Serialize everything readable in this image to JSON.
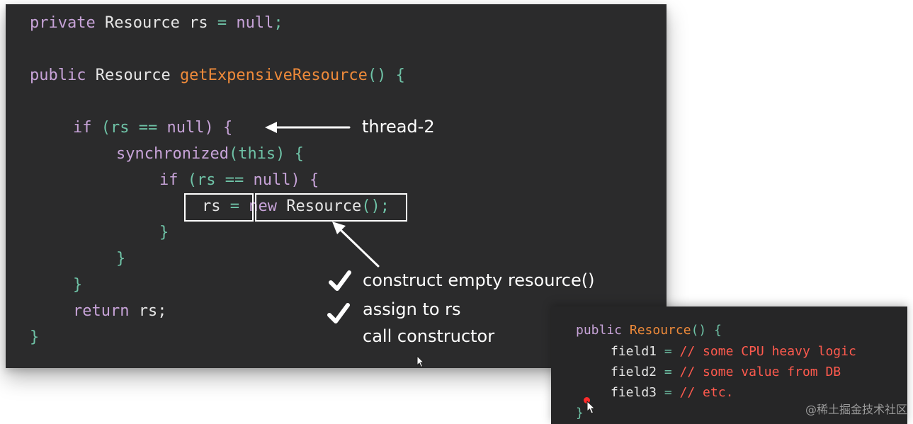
{
  "main_code": {
    "line1": {
      "a": "private",
      "b": " Resource rs ",
      "c": "=",
      "d": " null",
      "e": ";"
    },
    "line2": {
      "a": "public",
      "b": " Resource ",
      "c": "getExpensiveResource",
      "d": "() {"
    },
    "line3": {
      "a": "if",
      "b": " (rs ",
      "c": "==",
      "d": " null) {"
    },
    "line4": {
      "a": "synchronized",
      "b": "(this) {"
    },
    "line5": {
      "a": "if",
      "b": " (rs ",
      "c": "==",
      "d": " null) {"
    },
    "line6": {
      "a": "rs ",
      "b": "=",
      "c": " new",
      "d": " Resource",
      "e": "();"
    },
    "line7": "}",
    "line8": "}",
    "line9": "}",
    "line10": {
      "a": "return",
      "b": " rs;"
    },
    "line11": "}"
  },
  "annotations": {
    "thread": "thread-2",
    "step1": "construct empty resource()",
    "step2": "assign to rs",
    "step3": "call constructor"
  },
  "constructor_code": {
    "line1": {
      "a": "public",
      "b": " Resource",
      "c": "() {"
    },
    "line2": {
      "a": "field1",
      "b": " = ",
      "c": "// some CPU heavy logic"
    },
    "line3": {
      "a": "field2",
      "b": " = ",
      "c": "// some value from DB"
    },
    "line4": {
      "a": "field3",
      "b": " = ",
      "c": "// etc."
    },
    "line5": "}"
  },
  "watermark": "@稀土掘金技术社区",
  "colors": {
    "background": "#2b2b2c",
    "keyword": "#c7a3d8",
    "method_name": "#ee8a3a",
    "punctuation": "#6fc3a7",
    "comment": "#ff5a4e",
    "annotation": "#ffffff"
  },
  "icons": [
    "left-arrow-icon",
    "pointer-arrow-icon",
    "check-icon",
    "mouse-cursor-icon"
  ]
}
